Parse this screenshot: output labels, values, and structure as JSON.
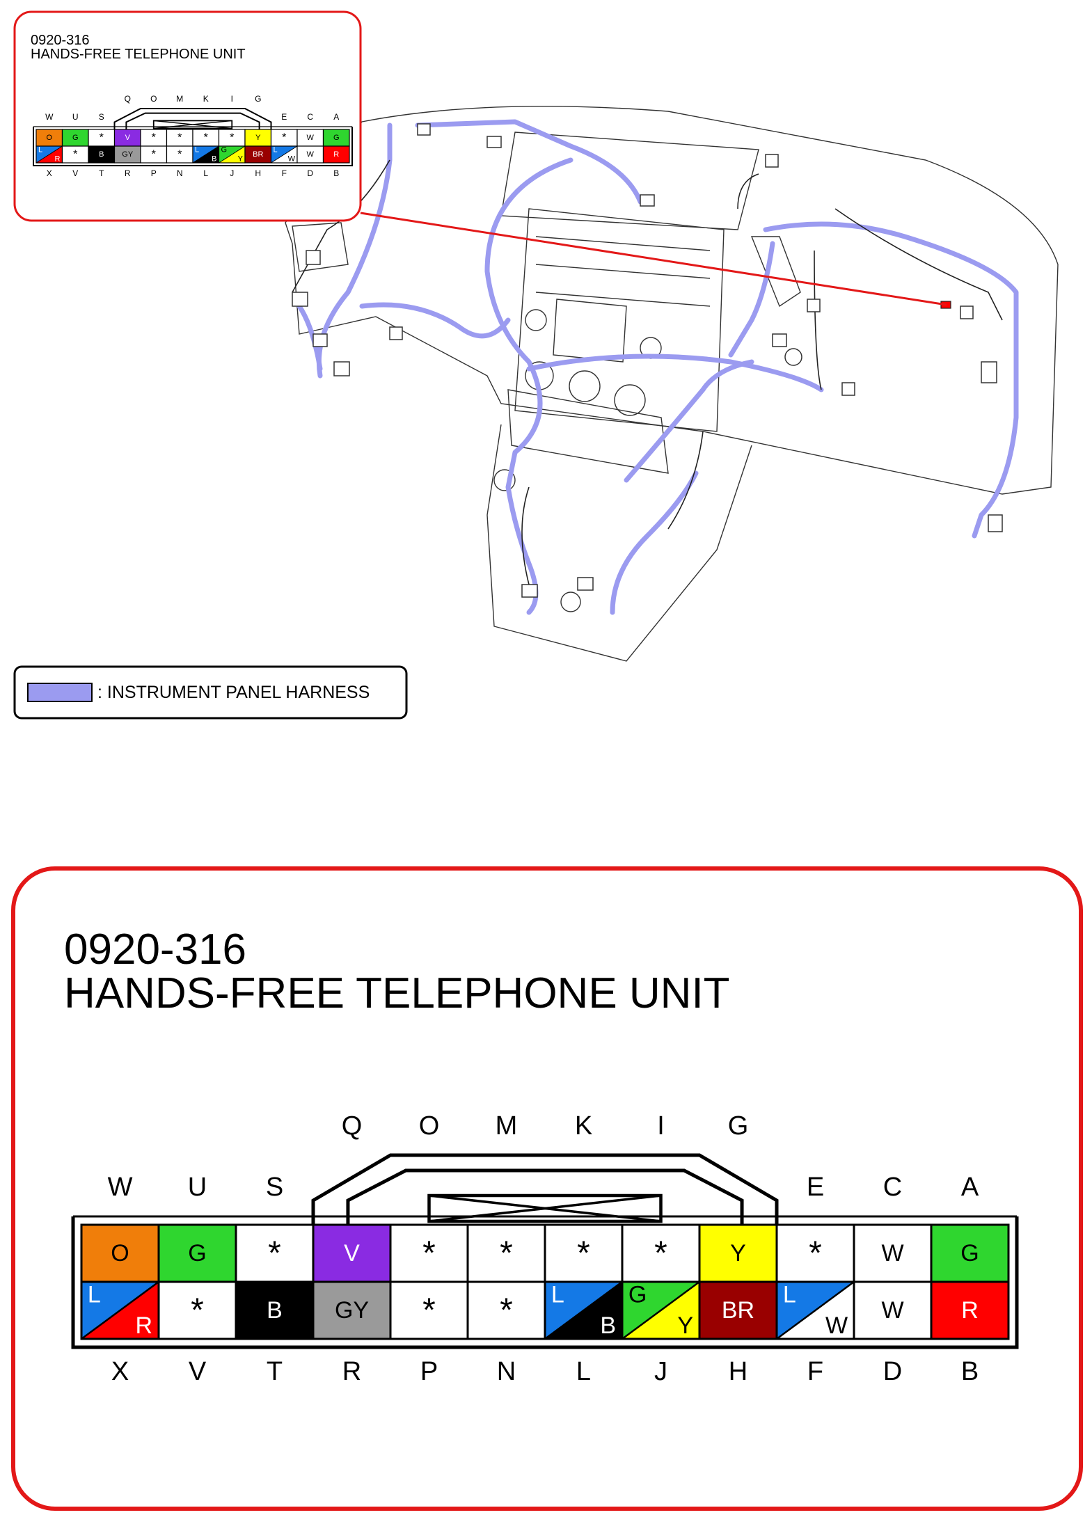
{
  "connector": {
    "part_number": "0920-316",
    "name": "HANDS-FREE TELEPHONE UNIT",
    "top_letters": [
      "W",
      "U",
      "S",
      "Q",
      "O",
      "M",
      "K",
      "I",
      "G",
      "E",
      "C",
      "A"
    ],
    "bottom_letters": [
      "X",
      "V",
      "T",
      "R",
      "P",
      "N",
      "L",
      "J",
      "H",
      "F",
      "D",
      "B"
    ],
    "top_row": [
      {
        "fill": "#f07e0a",
        "code": "O"
      },
      {
        "fill": "#2fd62f",
        "code": "G"
      },
      {
        "fill": "#ffffff",
        "code": "*"
      },
      {
        "fill": "#8a2be2",
        "code": "V"
      },
      {
        "fill": "#ffffff",
        "code": "*"
      },
      {
        "fill": "#ffffff",
        "code": "*"
      },
      {
        "fill": "#ffffff",
        "code": "*"
      },
      {
        "fill": "#ffffff",
        "code": "*"
      },
      {
        "fill": "#ffff00",
        "code": "Y"
      },
      {
        "fill": "#ffffff",
        "code": "*"
      },
      {
        "fill": "#ffffff",
        "code": "W"
      },
      {
        "fill": "#2fd62f",
        "code": "G"
      }
    ],
    "bottom_row": [
      {
        "split": true,
        "fill1": "#1479e6",
        "code1": "L",
        "fill2": "#ff0000",
        "code2": "R"
      },
      {
        "fill": "#ffffff",
        "code": "*"
      },
      {
        "fill": "#000000",
        "code": "B"
      },
      {
        "fill": "#9a9a9a",
        "code": "GY"
      },
      {
        "fill": "#ffffff",
        "code": "*"
      },
      {
        "fill": "#ffffff",
        "code": "*"
      },
      {
        "split": true,
        "fill1": "#1479e6",
        "code1": "L",
        "fill2": "#000000",
        "code2": "B"
      },
      {
        "split": true,
        "fill1": "#2fd62f",
        "code1": "G",
        "fill2": "#ffff00",
        "code2": "Y"
      },
      {
        "fill": "#990000",
        "code": "BR"
      },
      {
        "split": true,
        "fill1": "#1479e6",
        "code1": "L",
        "fill2": "#ffffff",
        "code2": "W"
      },
      {
        "fill": "#ffffff",
        "code": "W"
      },
      {
        "fill": "#ff0000",
        "code": "R"
      }
    ]
  },
  "legend": {
    "label": ": INSTRUMENT PANEL HARNESS",
    "swatch_color": "#9b9bf0"
  },
  "colors": {
    "callout_border": "#e31818",
    "harness": "#9b9bf0"
  }
}
